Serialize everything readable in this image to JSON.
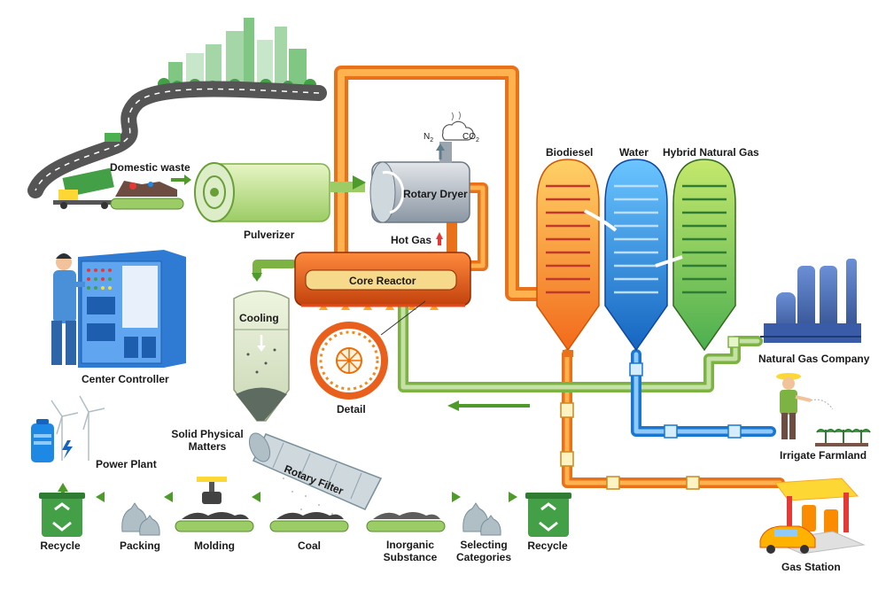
{
  "labels": {
    "domestic_waste": "Domestic waste",
    "pulverizer": "Pulverizer",
    "rotary_dryer": "Rotary Dryer",
    "hot_gas": "Hot Gas",
    "core_reactor": "Core Reactor",
    "cooling": "Cooling",
    "detail": "Detail",
    "center_controller": "Center Controller",
    "power_plant": "Power Plant",
    "biodiesel": "Biodiesel",
    "water": "Water",
    "hybrid_natural_gas": "Hybrid Natural Gas",
    "natural_gas_company": "Natural Gas Company",
    "irrigate_farmland": "Irrigate Farmland",
    "gas_station": "Gas Station",
    "solid_physical_matters_1": "Solid Physical",
    "solid_physical_matters_2": "Matters",
    "rotary_filter": "Rotary Filter",
    "recycle_left": "Recycle",
    "packing": "Packing",
    "molding": "Molding",
    "coal": "Coal",
    "inorganic_1": "Inorganic",
    "inorganic_2": "Substance",
    "selecting_1": "Selecting",
    "selecting_2": "Categories",
    "recycle_right": "Recycle",
    "n2": "N",
    "co2": "CO",
    "sub2": "2"
  },
  "colors": {
    "orange_pipe": "#f28a1e",
    "green_pipe": "#9ccc65",
    "blue_pipe": "#3d9be9",
    "arrow_green": "#4e9a2a",
    "biodiesel_tank": "#f7941d",
    "water_tank": "#2196f3",
    "gas_tank": "#8bc34a",
    "reactor": "#e8601c",
    "recycle_bin": "#4caf50"
  },
  "icons": [
    "city-icon",
    "garbage-truck-icon",
    "pulverizer-icon",
    "rotary-dryer-icon",
    "cloud-icon",
    "core-reactor-icon",
    "cooling-tower-icon",
    "detail-fan-icon",
    "control-cabinet-icon",
    "operator-icon",
    "wind-turbine-icon",
    "battery-icon",
    "recycle-bin-icon",
    "trash-bag-icon",
    "molding-press-icon",
    "conveyor-icon",
    "rotary-filter-icon",
    "refinery-icon",
    "farmer-icon",
    "plant-icon",
    "gas-station-icon",
    "car-icon"
  ]
}
